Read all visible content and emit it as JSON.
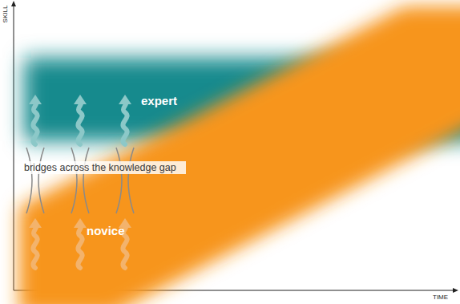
{
  "diagram": {
    "nodes": [
      {
        "text": [
          "expert"
        ]
      },
      {
        "text": [
          "novice"
        ]
      }
    ],
    "labels": [
      "SKILL",
      "TIME",
      "bridges across the knowledge gap"
    ]
  }
}
